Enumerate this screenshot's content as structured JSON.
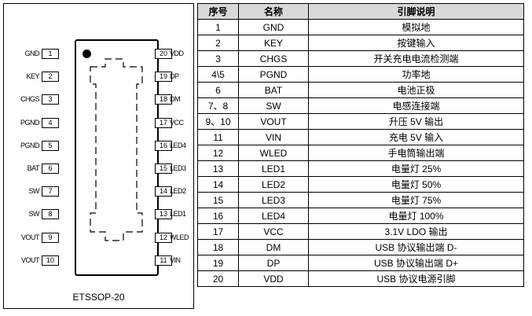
{
  "package": {
    "name": "ETSSOP-20",
    "pins_left": [
      {
        "num": "1",
        "label": "GND"
      },
      {
        "num": "2",
        "label": "KEY"
      },
      {
        "num": "3",
        "label": "CHGS"
      },
      {
        "num": "4",
        "label": "PGND"
      },
      {
        "num": "5",
        "label": "PGND"
      },
      {
        "num": "6",
        "label": "BAT"
      },
      {
        "num": "7",
        "label": "SW"
      },
      {
        "num": "8",
        "label": "SW"
      },
      {
        "num": "9",
        "label": "VOUT"
      },
      {
        "num": "10",
        "label": "VOUT"
      }
    ],
    "pins_right": [
      {
        "num": "20",
        "label": "VDD"
      },
      {
        "num": "19",
        "label": "DP"
      },
      {
        "num": "18",
        "label": "DM"
      },
      {
        "num": "17",
        "label": "VCC"
      },
      {
        "num": "16",
        "label": "LED4"
      },
      {
        "num": "15",
        "label": "LED3"
      },
      {
        "num": "14",
        "label": "LED2"
      },
      {
        "num": "13",
        "label": "LED1"
      },
      {
        "num": "12",
        "label": "WLED"
      },
      {
        "num": "11",
        "label": "VIN"
      }
    ]
  },
  "table": {
    "headers": [
      "序号",
      "名称",
      "引脚说明"
    ],
    "rows": [
      [
        "1",
        "GND",
        "模拟地"
      ],
      [
        "2",
        "KEY",
        "按键输入"
      ],
      [
        "3",
        "CHGS",
        "开关充电电流检测端"
      ],
      [
        "4\\5",
        "PGND",
        "功率地"
      ],
      [
        "6",
        "BAT",
        "电池正极"
      ],
      [
        "7、8",
        "SW",
        "电感连接端"
      ],
      [
        "9、10",
        "VOUT",
        "升压 5V 输出"
      ],
      [
        "11",
        "VIN",
        "充电 5V 输入"
      ],
      [
        "12",
        "WLED",
        "手电筒输出端"
      ],
      [
        "13",
        "LED1",
        "电量灯 25%"
      ],
      [
        "14",
        "LED2",
        "电量灯 50%"
      ],
      [
        "15",
        "LED3",
        "电量灯 75%"
      ],
      [
        "16",
        "LED4",
        "电量灯 100%"
      ],
      [
        "17",
        "VCC",
        "3.1V   LDO 输出"
      ],
      [
        "18",
        "DM",
        "USB 协议输出端 D-"
      ],
      [
        "19",
        "DP",
        "USB 协议输出端 D+"
      ],
      [
        "20",
        "VDD",
        "USB 协议电源引脚"
      ]
    ]
  }
}
